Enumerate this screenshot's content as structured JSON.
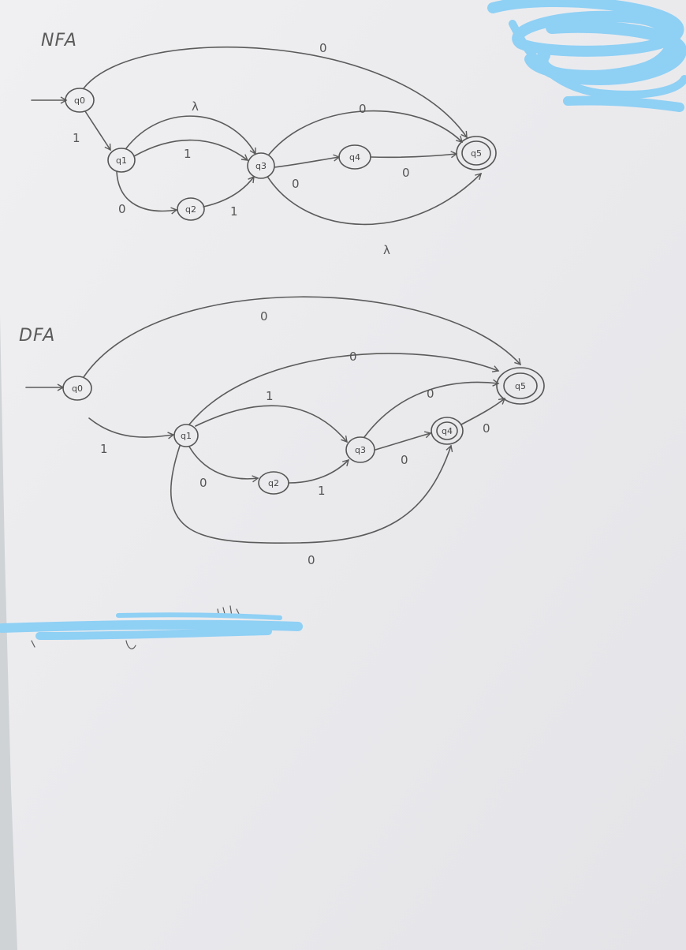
{
  "nfa": {
    "title": "NFA",
    "states": [
      {
        "id": "q0",
        "label": "q0",
        "start": true
      },
      {
        "id": "q1",
        "label": "q1"
      },
      {
        "id": "q2",
        "label": "q2"
      },
      {
        "id": "q3",
        "label": "q3"
      },
      {
        "id": "q4",
        "label": "q4"
      },
      {
        "id": "q5",
        "label": "q5",
        "accepting": true
      }
    ],
    "transitions": [
      {
        "from": "q0",
        "to": "q5",
        "label": "0"
      },
      {
        "from": "q0",
        "to": "q1",
        "label": "1"
      },
      {
        "from": "q1",
        "to": "q3",
        "label": "λ"
      },
      {
        "from": "q1",
        "to": "q3",
        "label": "1"
      },
      {
        "from": "q1",
        "to": "q2",
        "label": "0"
      },
      {
        "from": "q2",
        "to": "q3",
        "label": "1"
      },
      {
        "from": "q3",
        "to": "q5",
        "label": "0"
      },
      {
        "from": "q3",
        "to": "q4",
        "label": "0"
      },
      {
        "from": "q4",
        "to": "q5",
        "label": "0"
      },
      {
        "from": "q3",
        "to": "q5",
        "label": "λ"
      }
    ]
  },
  "dfa": {
    "title": "DFA",
    "states": [
      {
        "id": "q0",
        "label": "q0",
        "start": true
      },
      {
        "id": "q1",
        "label": "q1"
      },
      {
        "id": "q2",
        "label": "q2"
      },
      {
        "id": "q3",
        "label": "q3"
      },
      {
        "id": "q4",
        "label": "q4",
        "accepting": true
      },
      {
        "id": "q5",
        "label": "q5",
        "accepting": true
      }
    ],
    "transitions": [
      {
        "from": "q0",
        "to": "q5",
        "label": "0"
      },
      {
        "from": "q1",
        "to": "q5",
        "label": "0"
      },
      {
        "from": "q0",
        "to": "q1",
        "label": "1"
      },
      {
        "from": "q1",
        "to": "q3",
        "label": "1"
      },
      {
        "from": "q1",
        "to": "q2",
        "label": "0"
      },
      {
        "from": "q2",
        "to": "q3",
        "label": "1"
      },
      {
        "from": "q3",
        "to": "q5",
        "label": "0"
      },
      {
        "from": "q3",
        "to": "q4",
        "label": "0"
      },
      {
        "from": "q4",
        "to": "q5",
        "label": "0"
      },
      {
        "from": "q1",
        "to": "q4",
        "label": "0"
      }
    ]
  },
  "colors": {
    "paper": "#ececef",
    "ink": "#5b5b5b",
    "redaction": "#8fd0f5"
  }
}
